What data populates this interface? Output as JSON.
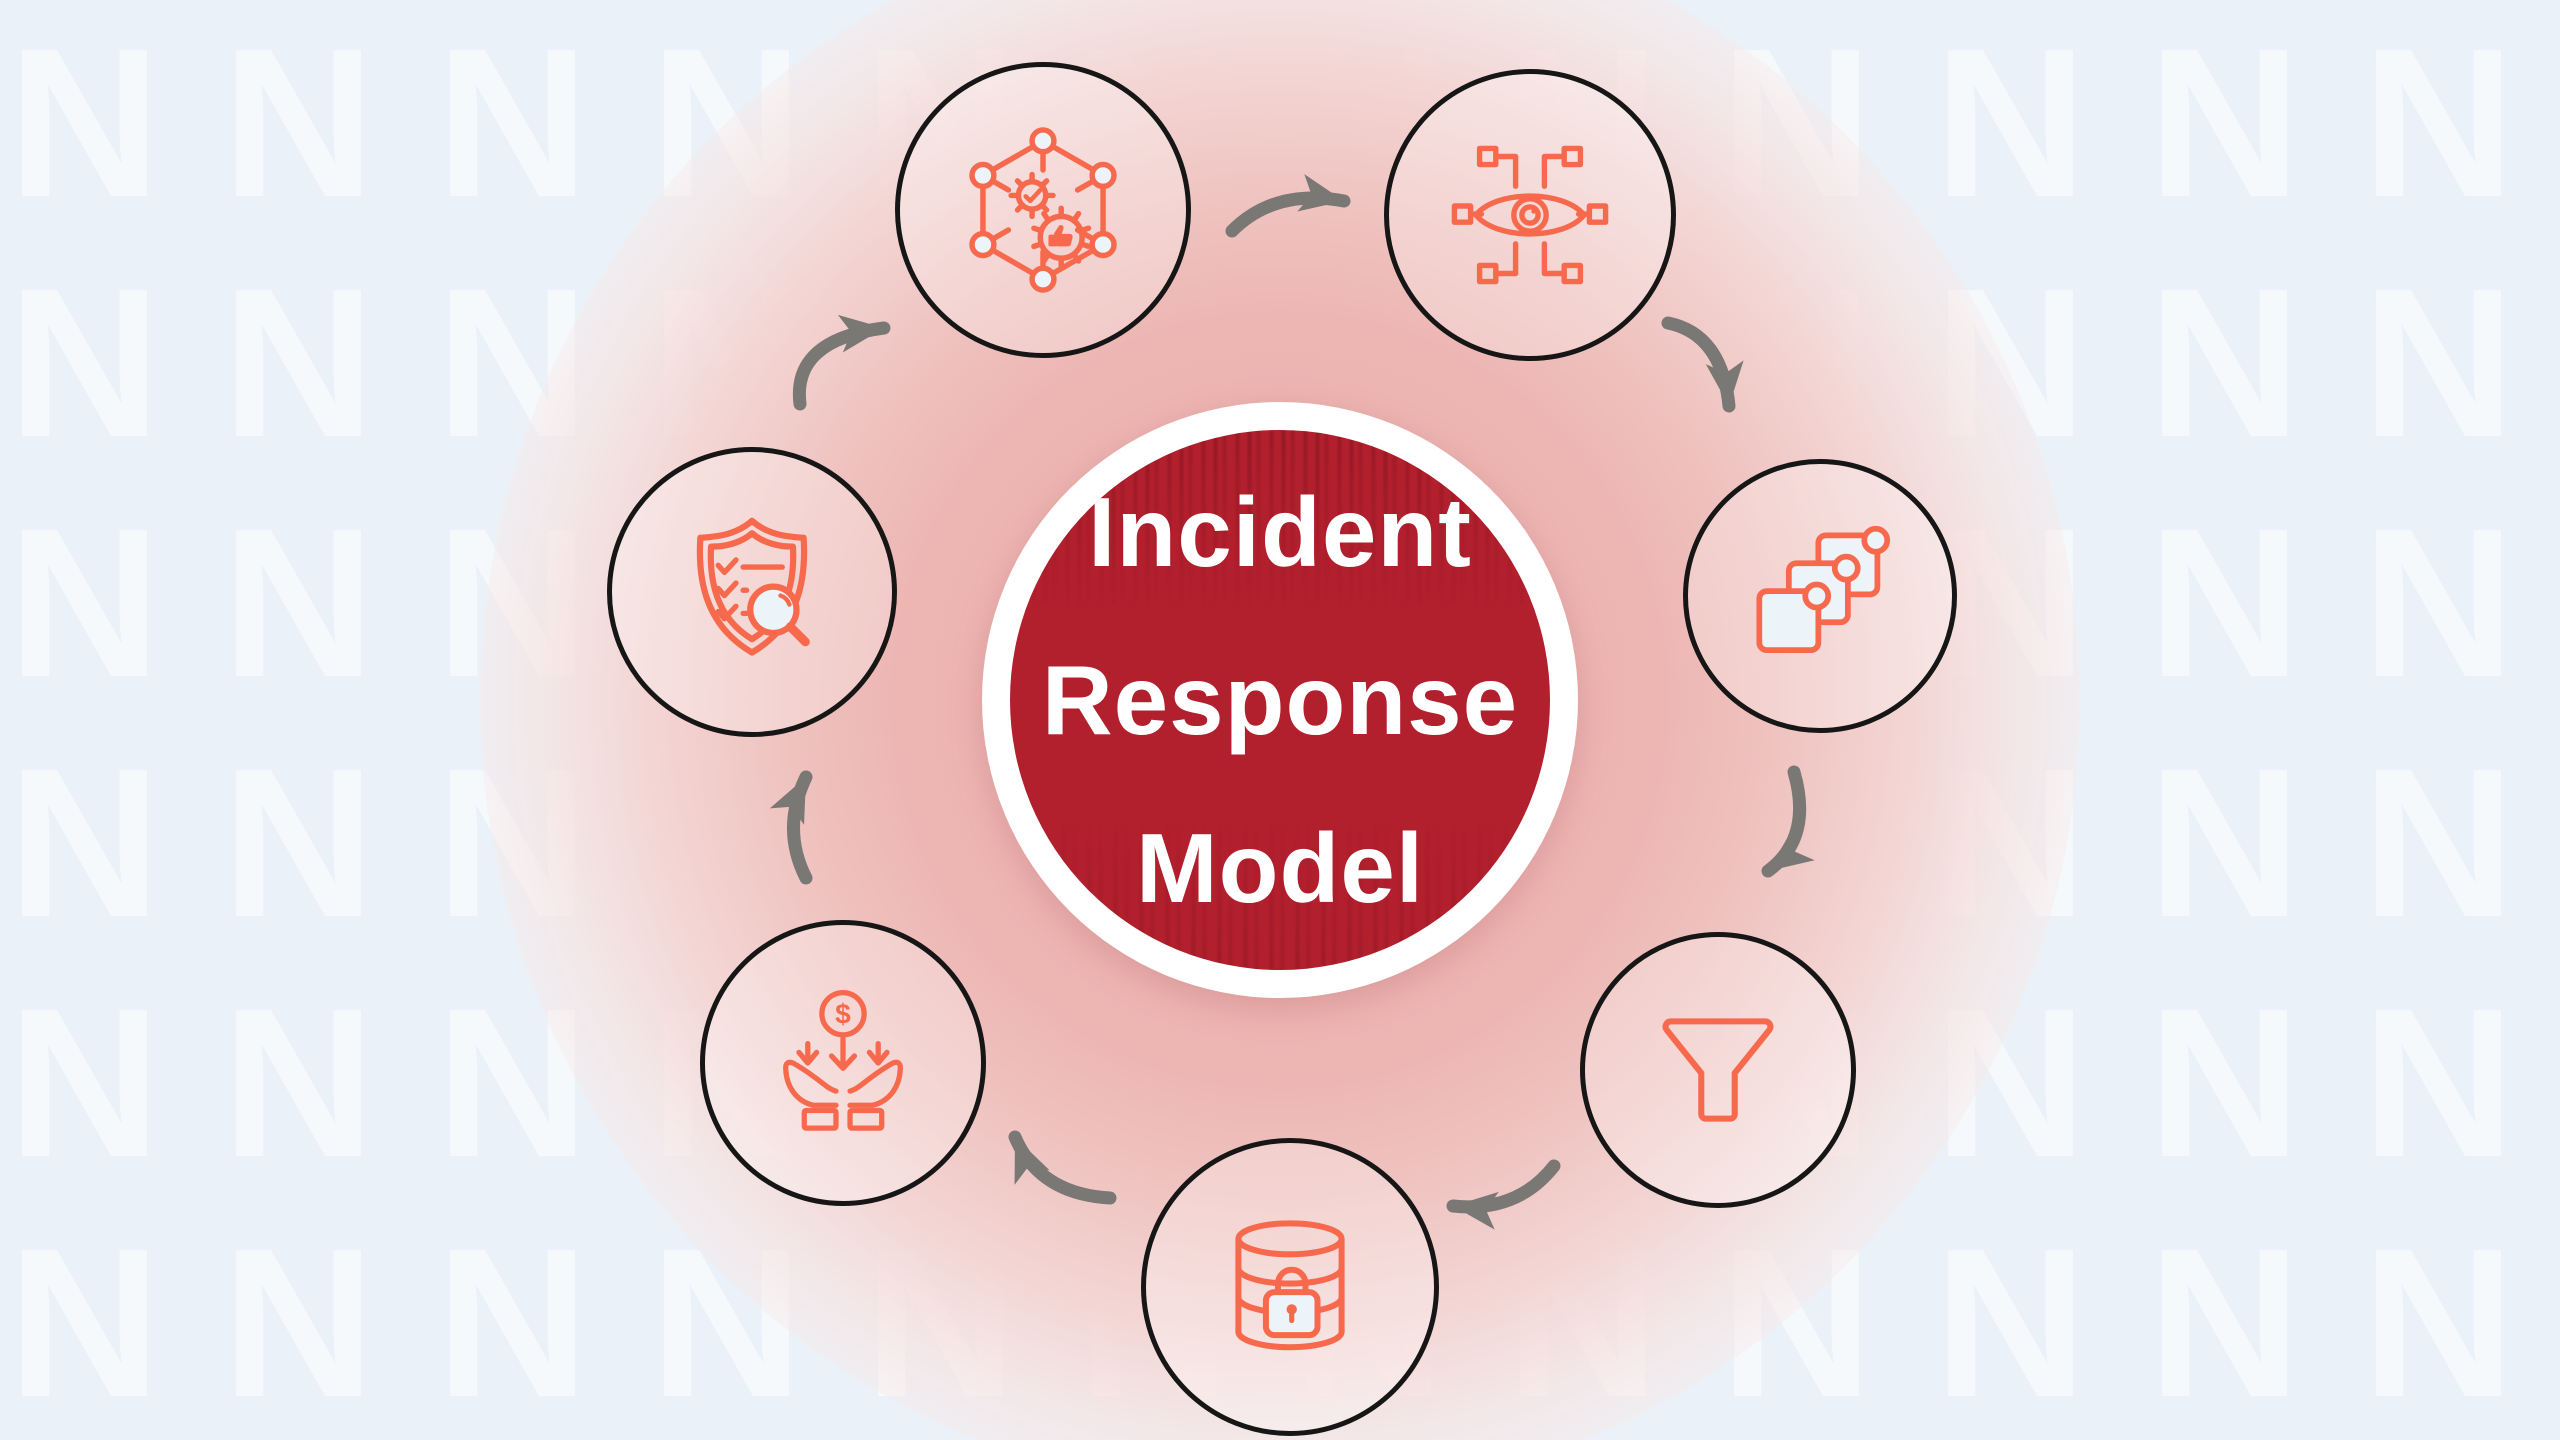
{
  "diagram": {
    "title": {
      "line1": "Incident",
      "line2": "Response",
      "line3": "Model"
    },
    "watermark_letter": "N",
    "flow": {
      "direction": "clockwise",
      "arrow_count": 7
    },
    "nodes": [
      {
        "position": "top",
        "icon": "hexagon-network-gears-icon"
      },
      {
        "position": "top-right",
        "icon": "eye-network-monitoring-icon"
      },
      {
        "position": "right",
        "icon": "stacked-windows-icon"
      },
      {
        "position": "bottom-right",
        "icon": "funnel-icon"
      },
      {
        "position": "bottom",
        "icon": "database-lock-icon"
      },
      {
        "position": "bottom-left",
        "icon": "hands-dollar-savings-icon"
      },
      {
        "position": "left",
        "icon": "shield-checklist-magnifier-icon"
      }
    ],
    "coin_symbol": "$",
    "colors": {
      "background": "#EAF1F8",
      "accent_coral": "#F6694D",
      "center_red": "#B21F2D",
      "ring_white": "#FFFFFF",
      "glow_pink": "#EFBFBC",
      "arrow_gray": "#7A7875",
      "node_outline": "#161616",
      "title_text": "#FFFFFF"
    }
  }
}
